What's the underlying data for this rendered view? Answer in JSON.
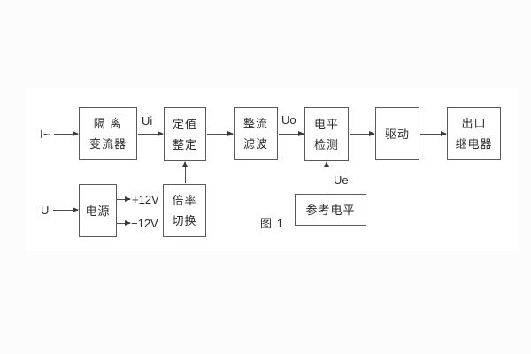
{
  "figure": {
    "caption": "图 1"
  },
  "colors": {
    "line": "#4f4f4f",
    "text": "#2b2b2b",
    "background": "#ffffff"
  },
  "blocks": [
    {
      "id": "isolation-transformer",
      "lines": [
        "隔 离",
        "变流器"
      ]
    },
    {
      "id": "value-setting",
      "lines": [
        "定值",
        "整定"
      ]
    },
    {
      "id": "rectifier-filter",
      "lines": [
        "整流",
        "滤波"
      ]
    },
    {
      "id": "level-detection",
      "lines": [
        "电平",
        "检测"
      ]
    },
    {
      "id": "driver",
      "lines": [
        "驱动"
      ]
    },
    {
      "id": "output-relay",
      "lines": [
        "出口",
        "继电器"
      ]
    },
    {
      "id": "power-supply",
      "lines": [
        "电源"
      ]
    },
    {
      "id": "ratio-switching",
      "lines": [
        "倍率",
        "切换"
      ]
    },
    {
      "id": "reference-level",
      "lines": [
        "参考电平"
      ]
    }
  ],
  "signal_labels": {
    "input_current": "I~",
    "ui": "Ui",
    "uo": "Uo",
    "ue": "Ue",
    "input_voltage": "U",
    "supply_positive": "+12V",
    "supply_negative": "−12V"
  }
}
